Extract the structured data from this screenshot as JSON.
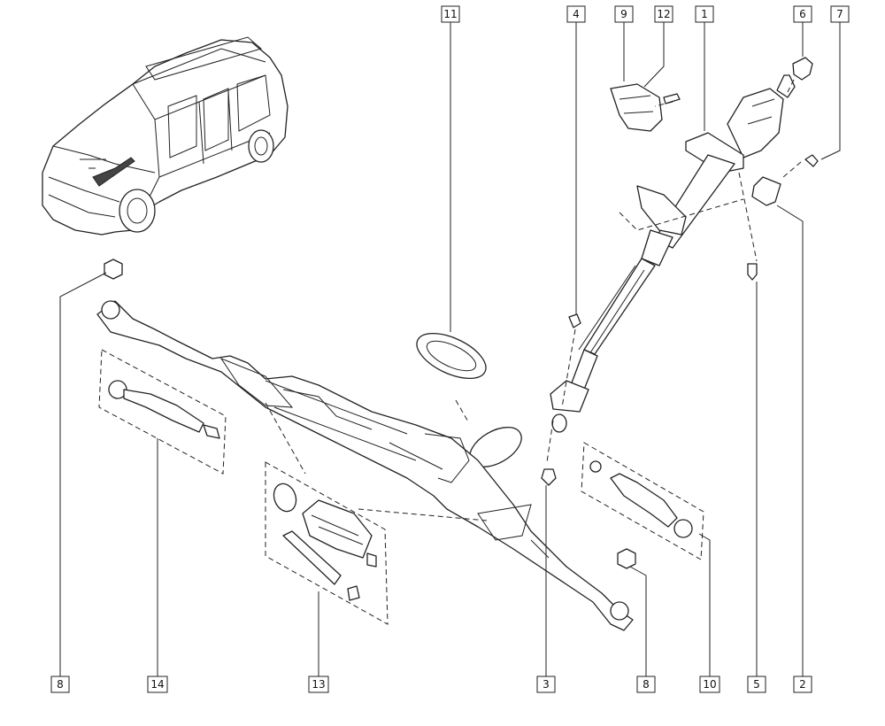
{
  "callouts": [
    {
      "id": "c11",
      "label": "11"
    },
    {
      "id": "c4",
      "label": "4"
    },
    {
      "id": "c9",
      "label": "9"
    },
    {
      "id": "c12",
      "label": "12"
    },
    {
      "id": "c1",
      "label": "1"
    },
    {
      "id": "c6",
      "label": "6"
    },
    {
      "id": "c7",
      "label": "7"
    },
    {
      "id": "c8a",
      "label": "8"
    },
    {
      "id": "c14",
      "label": "14"
    },
    {
      "id": "c13",
      "label": "13"
    },
    {
      "id": "c3",
      "label": "3"
    },
    {
      "id": "c8b",
      "label": "8"
    },
    {
      "id": "c10",
      "label": "10"
    },
    {
      "id": "c5",
      "label": "5"
    },
    {
      "id": "c2",
      "label": "2"
    }
  ]
}
